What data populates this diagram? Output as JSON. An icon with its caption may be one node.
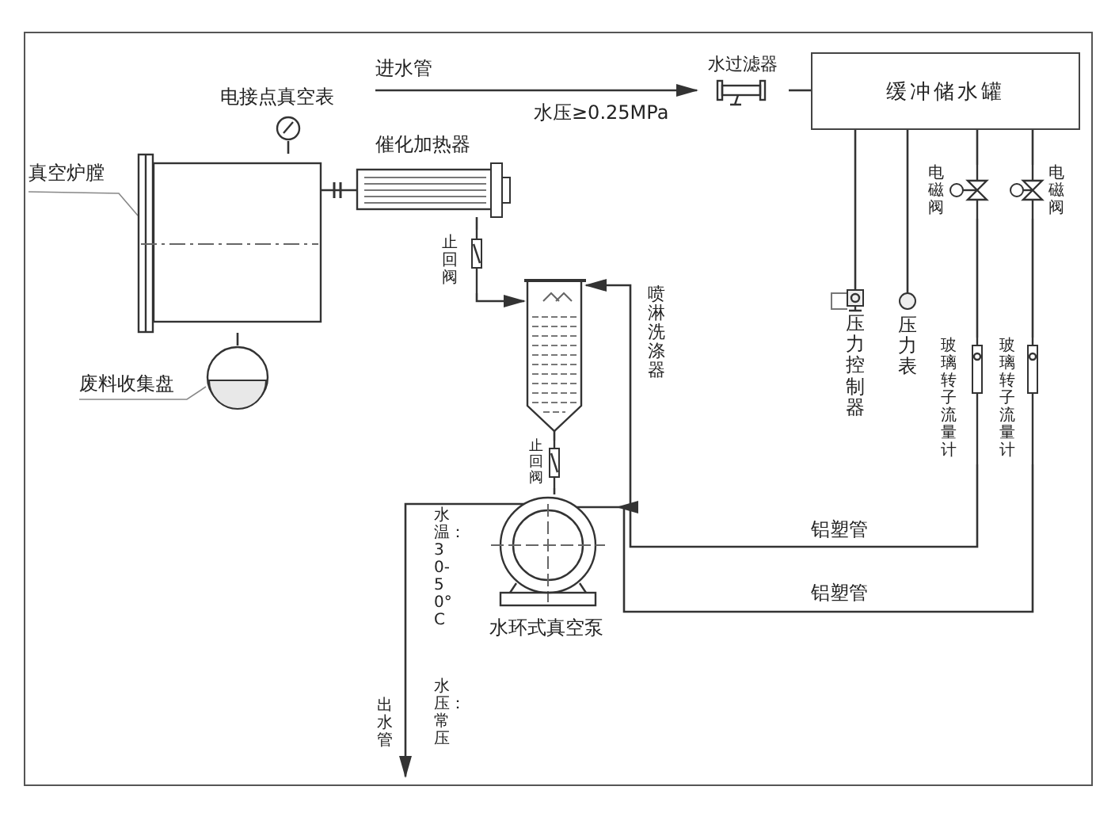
{
  "diagram": {
    "nodes": [
      {
        "text": [
          "真空炉膛"
        ]
      },
      {
        "text": [],
        "shape": "box"
      },
      {
        "text": [
          "废料收集盘"
        ]
      },
      {
        "text": [],
        "shape": "circle"
      },
      {
        "text": [
          "电接点真空表"
        ]
      },
      {
        "text": [
          "催化加热器"
        ]
      },
      {
        "text": [
          "止回阀"
        ]
      },
      {
        "text": [],
        "shape": "picture",
        "beside": [
          "喷淋洗涤器"
        ]
      },
      {
        "text": [
          "止回阀"
        ]
      },
      {
        "text": [
          "水环式真空泵"
        ]
      },
      {
        "text": [
          "水过滤器"
        ]
      },
      {
        "text": [
          "缓冲储水罐"
        ]
      },
      {
        "text": [
          "压力控制器"
        ]
      },
      {
        "text": [
          "压力表"
        ]
      },
      {
        "text": [
          "电磁阀"
        ]
      },
      {
        "text": [
          "电磁阀"
        ]
      },
      {
        "text": [
          "玻璃转子流量计"
        ]
      },
      {
        "text": [
          "玻璃转子流量计"
        ]
      }
    ],
    "edges": [
      {
        "from": null,
        "to": 10,
        "arrow": "to",
        "label": "进水管"
      },
      {
        "from": 10,
        "to": 11,
        "arrow": "none"
      },
      {
        "from": 0,
        "to": 1,
        "arrow": "none"
      },
      {
        "from": 2,
        "to": 3,
        "arrow": "none"
      },
      {
        "from": 4,
        "to": 1,
        "arrow": "none"
      },
      {
        "from": 1,
        "to": 5,
        "arrow": "none"
      },
      {
        "from": 1,
        "to": 3,
        "arrow": "none"
      },
      {
        "from": 5,
        "to": 6,
        "arrow": "none"
      },
      {
        "from": 6,
        "to": 7,
        "arrow": "to"
      },
      {
        "from": 7,
        "to": 8,
        "arrow": "none"
      },
      {
        "from": 8,
        "to": 9,
        "arrow": "none"
      },
      {
        "from": 9,
        "to": null,
        "arrow": "to",
        "label": "出水管"
      },
      {
        "from": 11,
        "to": 12,
        "arrow": "none"
      },
      {
        "from": 11,
        "to": 13,
        "arrow": "none"
      },
      {
        "from": 11,
        "to": 14,
        "arrow": "none"
      },
      {
        "from": 14,
        "to": 16,
        "arrow": "none"
      },
      {
        "from": 16,
        "to": 7,
        "arrow": "to",
        "label": "铝塑管"
      },
      {
        "from": 11,
        "to": 15,
        "arrow": "none"
      },
      {
        "from": 15,
        "to": 17,
        "arrow": "none"
      },
      {
        "from": 17,
        "to": 9,
        "arrow": "to",
        "label": "铝塑管"
      }
    ],
    "labels": [
      "水压≥0.25MPa",
      "水温：30-50°C",
      "水压：常压"
    ]
  }
}
